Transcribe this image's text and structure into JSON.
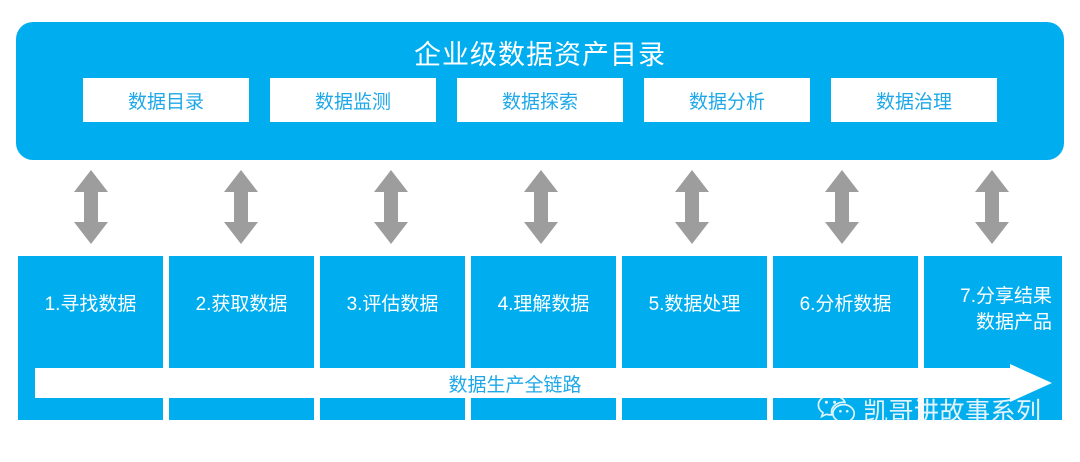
{
  "diagram": {
    "colors": {
      "primary_blue": "#00AEEF",
      "chip_text_blue": "#1FA8E8",
      "arrow_gray": "#9D9D9D",
      "white": "#FFFFFF",
      "background": "#FFFFFF"
    },
    "top_panel": {
      "title": "企业级数据资产目录",
      "chips": [
        {
          "label": "数据目录"
        },
        {
          "label": "数据监测"
        },
        {
          "label": "数据探索"
        },
        {
          "label": "数据分析"
        },
        {
          "label": "数据治理"
        }
      ]
    },
    "connectors": {
      "icon": "double-headed-vertical-arrow",
      "count": 7,
      "color": "#9D9D9D"
    },
    "process_row": {
      "steps": [
        {
          "index": "1",
          "label": "1.寻找数据"
        },
        {
          "index": "2",
          "label": "2.获取数据"
        },
        {
          "index": "3",
          "label": "3.评估数据"
        },
        {
          "index": "4",
          "label": "4.理解数据"
        },
        {
          "index": "5",
          "label": "5.数据处理"
        },
        {
          "index": "6",
          "label": "6.分析数据"
        },
        {
          "index": "7",
          "label": "7.分享结果\n数据产品"
        }
      ]
    },
    "banner": {
      "label": "数据生产全链路",
      "direction": "right"
    },
    "watermark": {
      "icon": "wechat-icon",
      "text": "凯哥讲故事系列"
    }
  }
}
